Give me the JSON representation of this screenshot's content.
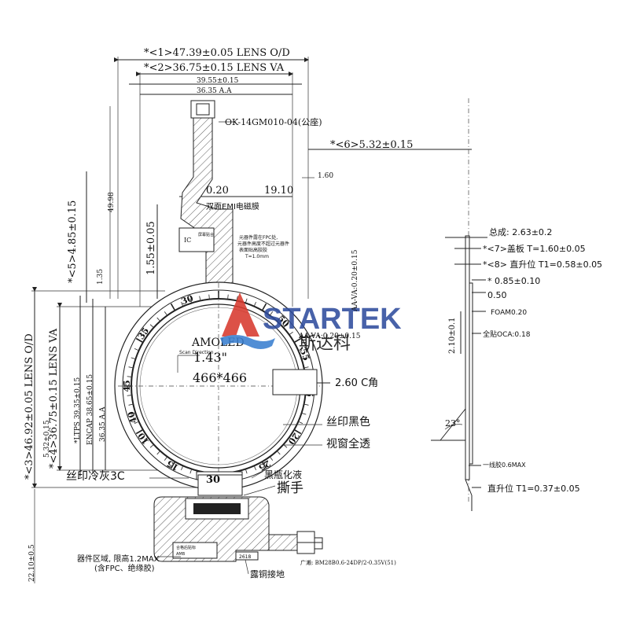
{
  "brand": {
    "name": "STARTEK",
    "subtitle": "斯达科",
    "colors": {
      "blue": "#2f4d9e",
      "red": "#d83a2e",
      "water": "#3a7fd0"
    }
  },
  "dimensions": {
    "top": {
      "lens_od": "*<1>47.39±0.05 LENS O/D",
      "lens_va": "*<2>36.75±0.15 LENS VA",
      "width_3955": "39.55±0.15",
      "aa_3635": "36.35 A.A",
      "lens_thickness": "*<6>5.32±0.15",
      "d160": "1.60",
      "d020": "0.20",
      "d1910": "19.10",
      "d4998": "49.98"
    },
    "left": {
      "lens_od": "*<3>46.92±0.05 LENS O/D",
      "lens_va": "*<4>36.75±0.15 LENS VA",
      "ltps": "*LTPS 39.35±0.15",
      "encap": "ENCAP 38.65±0.15",
      "aa": "36.35 A.A",
      "d485": "*<5>4.85±0.15",
      "d135": "1.35",
      "d155": "1.55±0.05",
      "d532": "5.32±0.15",
      "bottom": "22.10±0.5"
    },
    "right_side": {
      "total": "总成: 2.63±0.2",
      "cover": "*<7>盖板 T=1.60±0.05",
      "lift": "*<8> 直升位 T1=0.58±0.05",
      "d085": "* 0.85±0.10",
      "d050": "0.50",
      "foam": "FOAM0.20",
      "oca": "全贴OCA:0.18",
      "d210": "2.10±0.1",
      "aa_va": "AA-VA:0.20±0.15",
      "aa_va2": "AA-VA:0.20±0.15",
      "angle": "23°",
      "glue": "一线胶0.6MAX",
      "lift2": "直升位 T1=0.37±0.05"
    }
  },
  "labels": {
    "connector": "OK-14GM010-04(公座)",
    "emi": "双面EMI电磁膜",
    "component_note1": "元器件露在FPC处,",
    "component_note2": "元器件高度不超过元器件",
    "component_note3": "表面贴高胶胶",
    "component_note4": "T=1.0mm",
    "ic": "IC",
    "ic_note": "屏幕贴合",
    "amoled": "AMOLED",
    "size": "1.43\"",
    "resolution": "466*466",
    "scan": "Scan Direction",
    "corner": "2.60 C角",
    "silk_black": "丝印黑色",
    "view_window": "视窗全透",
    "silk_gray": "丝印冷灰3C",
    "black_glue": "黑瓶化液",
    "pull_tab": "撕手",
    "component_area": "器件区域, 限高1.2MAX",
    "fpc_note": "(含FPC、绝缘胶)",
    "copper": "露铜接地",
    "connector2": "广濑: BM28B0.6-24DP/2-0.35V(51)",
    "label_box1": "合格后贴标",
    "label_box2": "AMB",
    "label_box3": "2618"
  },
  "bezel": {
    "numbers": [
      "35",
      "30",
      "45",
      "55",
      "10",
      "15",
      "20",
      "25",
      "5",
      "40",
      "50",
      "30"
    ]
  }
}
